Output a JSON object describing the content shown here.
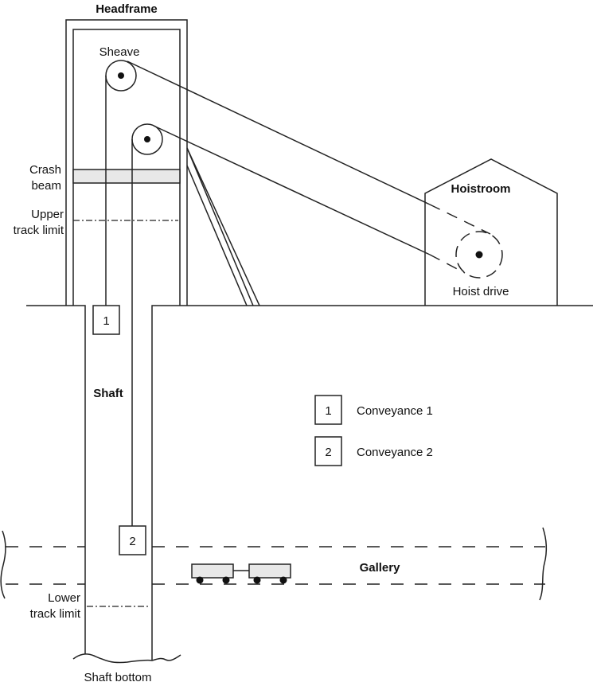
{
  "diagram": {
    "type": "mine-hoist-schematic",
    "labels": {
      "headframe": "Headframe",
      "sheave": "Sheave",
      "crash_beam_1": "Crash",
      "crash_beam_2": "beam",
      "upper_limit_1": "Upper",
      "upper_limit_2": "track limit",
      "hoistroom": "Hoistroom",
      "hoist_drive": "Hoist drive",
      "shaft": "Shaft",
      "gallery": "Gallery",
      "lower_limit_1": "Lower",
      "lower_limit_2": "track limit",
      "shaft_bottom": "Shaft bottom"
    },
    "conveyances": [
      {
        "id": "1",
        "label": "Conveyance 1"
      },
      {
        "id": "2",
        "label": "Conveyance 2"
      }
    ],
    "colors": {
      "line": "#222222",
      "fill_gray": "#e8e8e8",
      "background": "#ffffff"
    }
  }
}
